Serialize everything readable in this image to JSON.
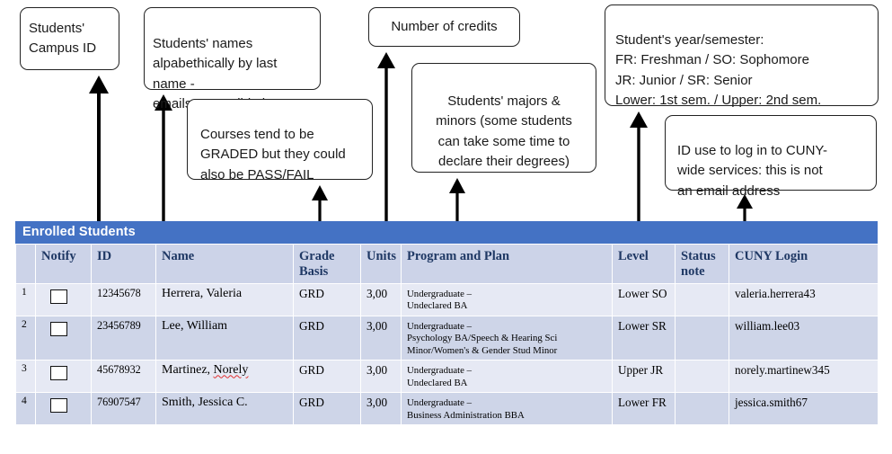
{
  "callouts": [
    {
      "id": "campus-id",
      "text": "Students'\nCampus ID"
    },
    {
      "id": "names",
      "text": "Students' names\nalpabethically by last name -\nemails accessible here"
    },
    {
      "id": "credits",
      "text": "Number of credits"
    },
    {
      "id": "grade-basis",
      "text": "Courses tend to be\nGRADED but they could\nalso be PASS/FAIL"
    },
    {
      "id": "majors",
      "text": "Students' majors &\nminors (some students\ncan take some time to\ndeclare their degrees)"
    },
    {
      "id": "level",
      "text": "Student's year/semester:\nFR: Freshman / SO: Sophomore\nJR: Junior / SR: Senior\nLower: 1st sem. / Upper: 2nd sem."
    },
    {
      "id": "cuny-login",
      "text": "ID use to log in to CUNY-\nwide services: this is not\nan email address"
    }
  ],
  "table": {
    "title": "Enrolled Students",
    "columns": [
      {
        "key": "rownum",
        "label": ""
      },
      {
        "key": "notify",
        "label": "Notify"
      },
      {
        "key": "id",
        "label": "ID"
      },
      {
        "key": "name",
        "label": "Name"
      },
      {
        "key": "grade",
        "label": "Grade Basis"
      },
      {
        "key": "units",
        "label": "Units"
      },
      {
        "key": "program",
        "label": "Program and Plan"
      },
      {
        "key": "level",
        "label": "Level"
      },
      {
        "key": "status",
        "label": "Status note"
      },
      {
        "key": "login",
        "label": "CUNY Login"
      }
    ],
    "rows": [
      {
        "rownum": "1",
        "id": "12345678",
        "name": "Herrera, Valeria",
        "grade": "GRD",
        "units": "3,00",
        "program": "Undergraduate –\nUndeclared BA",
        "level": "Lower SO",
        "status": "",
        "login": "valeria.herrera43",
        "checked": false
      },
      {
        "rownum": "2",
        "id": "23456789",
        "name": "Lee, William",
        "grade": "GRD",
        "units": "3,00",
        "program": "Undergraduate –\nPsychology BA/Speech & Hearing Sci\nMinor/Women's & Gender Stud Minor",
        "level": "Lower SR",
        "status": "",
        "login": "william.lee03",
        "checked": false
      },
      {
        "rownum": "3",
        "id": "45678932",
        "name_prefix": "Martinez, ",
        "name_misspelled": "Norely",
        "name": "Martinez, Norely",
        "grade": "GRD",
        "units": "3,00",
        "program": "Undergraduate –\nUndeclared BA",
        "level": "Upper JR",
        "status": "",
        "login": "norely.martinew345",
        "checked": false
      },
      {
        "rownum": "4",
        "id": "76907547",
        "name": "Smith, Jessica C.",
        "grade": "GRD",
        "units": "3,00",
        "program": "Undergraduate –\nBusiness Administration BBA",
        "level": "Lower FR",
        "status": "",
        "login": "jessica.smith67",
        "checked": false
      }
    ]
  },
  "colors": {
    "title_bar": "#4472C4",
    "header_row": "#CCD3E8",
    "row_odd": "#E6E9F4",
    "row_even": "#CED5E8",
    "header_text": "#1F3864",
    "callout_border": "#222222",
    "spellcheck_underline": "#E03030"
  }
}
